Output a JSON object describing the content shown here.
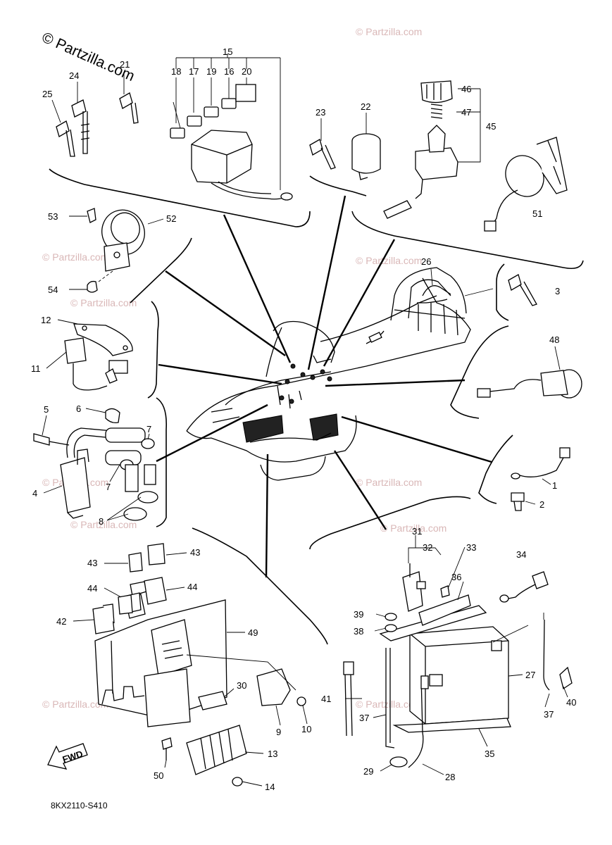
{
  "watermark": {
    "main": "© Partzilla.com",
    "faint": "© Partzilla.com"
  },
  "diagram_code": "8KX2110-S410",
  "fwd_label": "FWD",
  "part_labels": {
    "p1": "1",
    "p2": "2",
    "p3": "3",
    "p4": "4",
    "p5": "5",
    "p6": "6",
    "p7a": "7",
    "p7b": "7",
    "p8": "8",
    "p9": "9",
    "p10": "10",
    "p11": "11",
    "p12": "12",
    "p13": "13",
    "p14": "14",
    "p15": "15",
    "p16": "16",
    "p17": "17",
    "p18": "18",
    "p19": "19",
    "p20": "20",
    "p21": "21",
    "p22": "22",
    "p23": "23",
    "p24": "24",
    "p25": "25",
    "p26": "26",
    "p27": "27",
    "p28": "28",
    "p29": "29",
    "p30": "30",
    "p31": "31",
    "p32": "32",
    "p33": "33",
    "p34": "34",
    "p35": "35",
    "p36": "36",
    "p37a": "37",
    "p37b": "37",
    "p38": "38",
    "p39": "39",
    "p40": "40",
    "p41": "41",
    "p42": "42",
    "p43a": "43",
    "p43b": "43",
    "p44a": "44",
    "p44b": "44",
    "p45": "45",
    "p46": "46",
    "p47": "47",
    "p48": "48",
    "p49": "49",
    "p50": "50",
    "p51": "51",
    "p52": "52",
    "p53": "53",
    "p54": "54"
  }
}
